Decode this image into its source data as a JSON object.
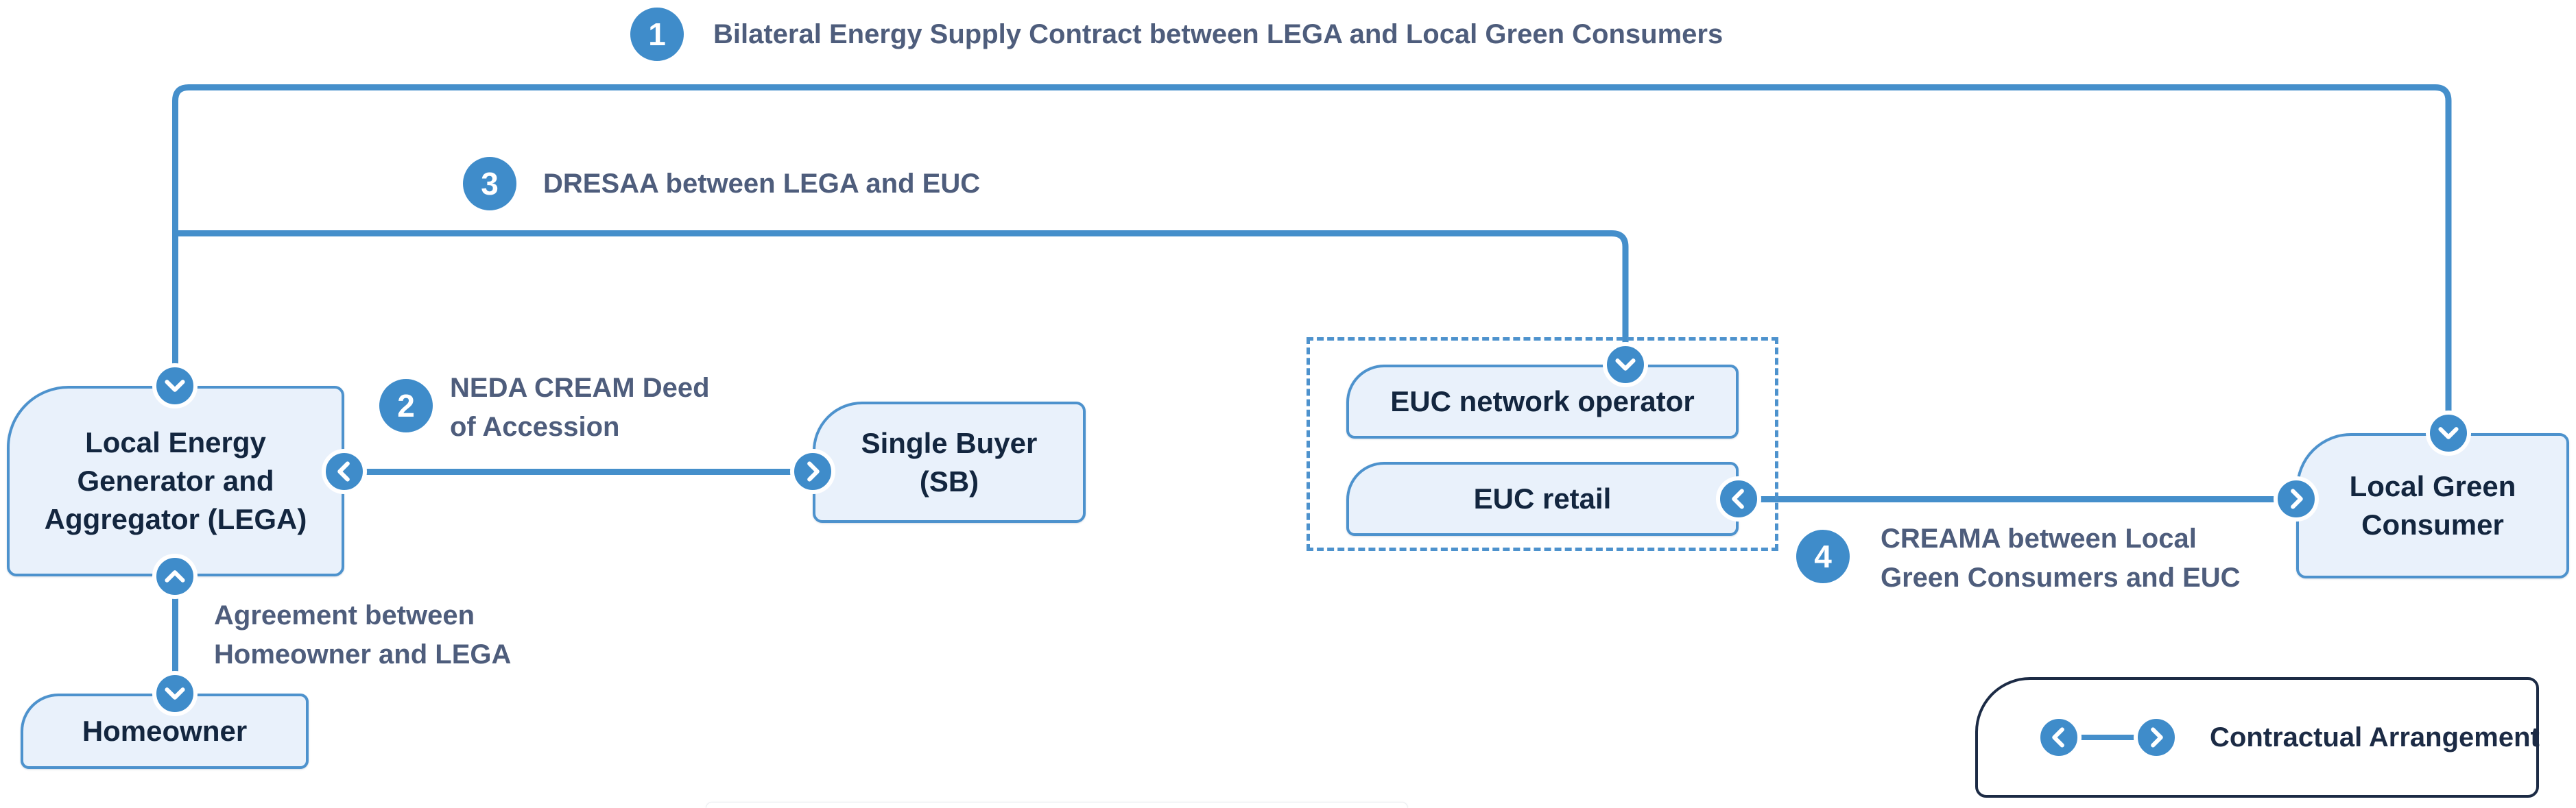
{
  "diagram": {
    "annotations": {
      "bilateral": {
        "number": "1",
        "text": "Bilateral Energy Supply Contract between LEGA and Local Green Consumers"
      },
      "neda": {
        "number": "2",
        "lines": [
          "NEDA CREAM Deed",
          "of Accession"
        ]
      },
      "dresaa": {
        "number": "3",
        "text": "DRESAA between LEGA and EUC"
      },
      "creama": {
        "number": "4",
        "lines": [
          "CREAMA between Local",
          "Green Consumers and EUC"
        ]
      },
      "homeowner_agreement": {
        "lines": [
          "Agreement between",
          "Homeowner and LEGA"
        ]
      }
    },
    "nodes": {
      "lega": {
        "lines": [
          "Local Energy",
          "Generator and",
          "Aggregator (LEGA)"
        ]
      },
      "single_buyer": {
        "lines": [
          "Single Buyer",
          "(SB)"
        ]
      },
      "euc_network_operator": {
        "label": "EUC network operator"
      },
      "euc_retail": {
        "label": "EUC retail"
      },
      "local_green_consumer": {
        "lines": [
          "Local Green",
          "Consumer"
        ]
      },
      "homeowner": {
        "label": "Homeowner"
      }
    },
    "legend": {
      "label": "Contractual Arrangement"
    },
    "colors": {
      "line_blue": "#458fcb",
      "marker_blue": "#3f8cca",
      "node_fill": "#e9f1fb",
      "node_border": "#4d92cd",
      "node_text": "#13263f",
      "annotation_text": "#4e5d7c",
      "legend_dark": "#1c2b45"
    }
  }
}
